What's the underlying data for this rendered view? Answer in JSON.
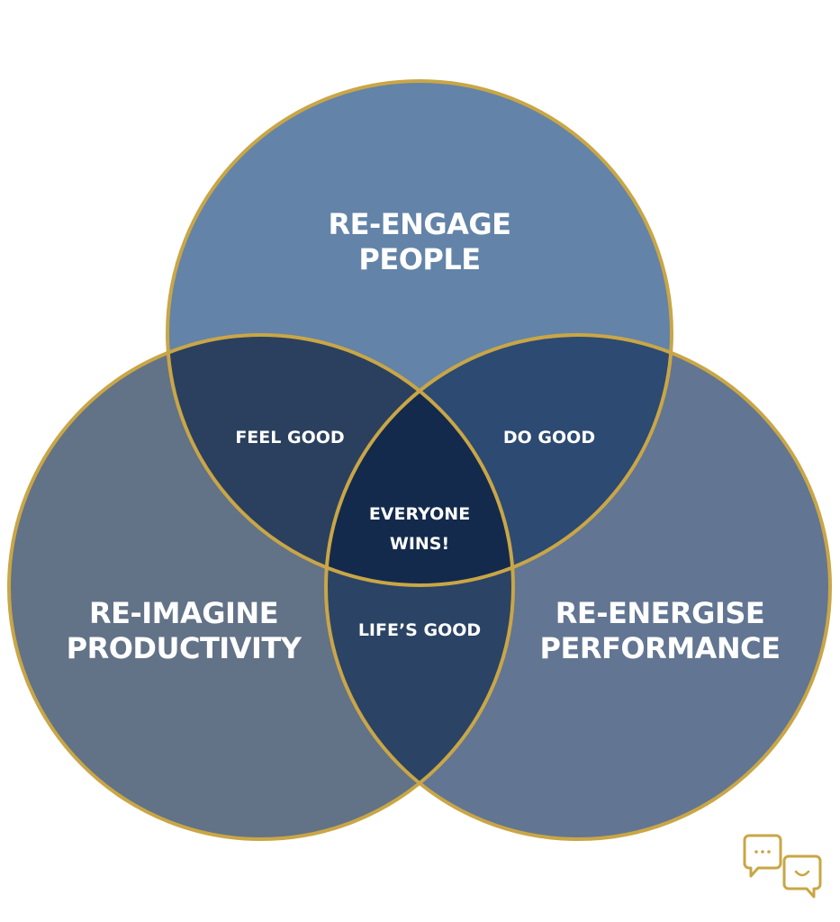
{
  "colors": {
    "background": "#ffffff",
    "circle_top": "#6383a8",
    "circle_left": "#627287",
    "circle_right": "#627592",
    "overlap_top_left": "#2b405e",
    "overlap_top_right": "#2c4a72",
    "overlap_left_right": "#2b4365",
    "overlap_center": "#132a4c",
    "outline_gold": "#c9a646",
    "label_text": "#ffffff",
    "icon_gold": "#c9a646"
  },
  "circles": {
    "top": {
      "line1": "RE-ENGAGE",
      "line2": "PEOPLE"
    },
    "left": {
      "line1": "RE-IMAGINE",
      "line2": "PRODUCTIVITY"
    },
    "right": {
      "line1": "RE-ENERGISE",
      "line2": "PERFORMANCE"
    }
  },
  "overlaps": {
    "top_left": "FEEL GOOD",
    "top_right": "DO GOOD",
    "left_right": "LIFE’S GOOD",
    "center": {
      "line1": "EVERYONE",
      "line2": "WINS!"
    }
  },
  "logo": {
    "icons": [
      "chat-bubble-dots-icon",
      "chat-bubble-smile-icon"
    ]
  }
}
